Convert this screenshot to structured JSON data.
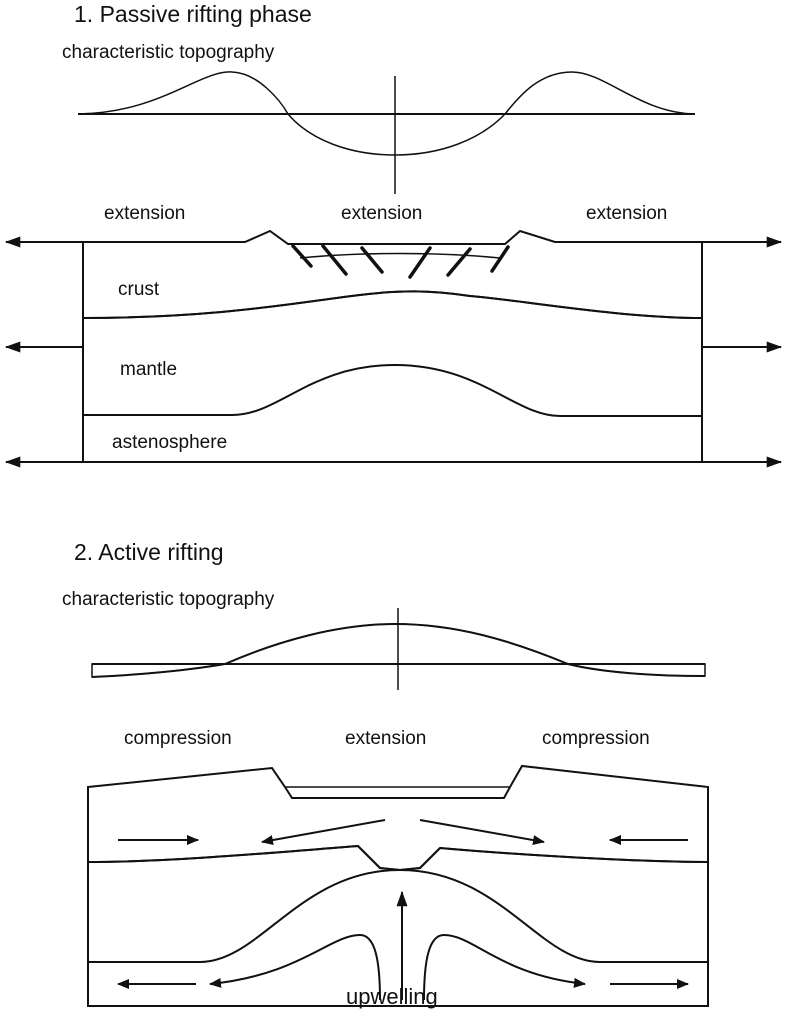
{
  "passive": {
    "title": "1. Passive rifting phase",
    "topo_label": "characteristic topography",
    "ext_left": "extension",
    "ext_center": "extension",
    "ext_right": "extension",
    "crust": "crust",
    "mantle": "mantle",
    "asthenosphere": "astenosphere"
  },
  "active": {
    "title": "2. Active rifting",
    "topo_label": "characteristic topography",
    "comp_left": "compression",
    "ext_center": "extension",
    "comp_right": "compression",
    "upwelling": "upwelling"
  },
  "colors": {
    "line": "#111111",
    "crust_fill": "#ffffff",
    "mantle_fill": "#8c8c8c",
    "dots_light": "#222222",
    "dots_dark": "#1a1a1a"
  }
}
